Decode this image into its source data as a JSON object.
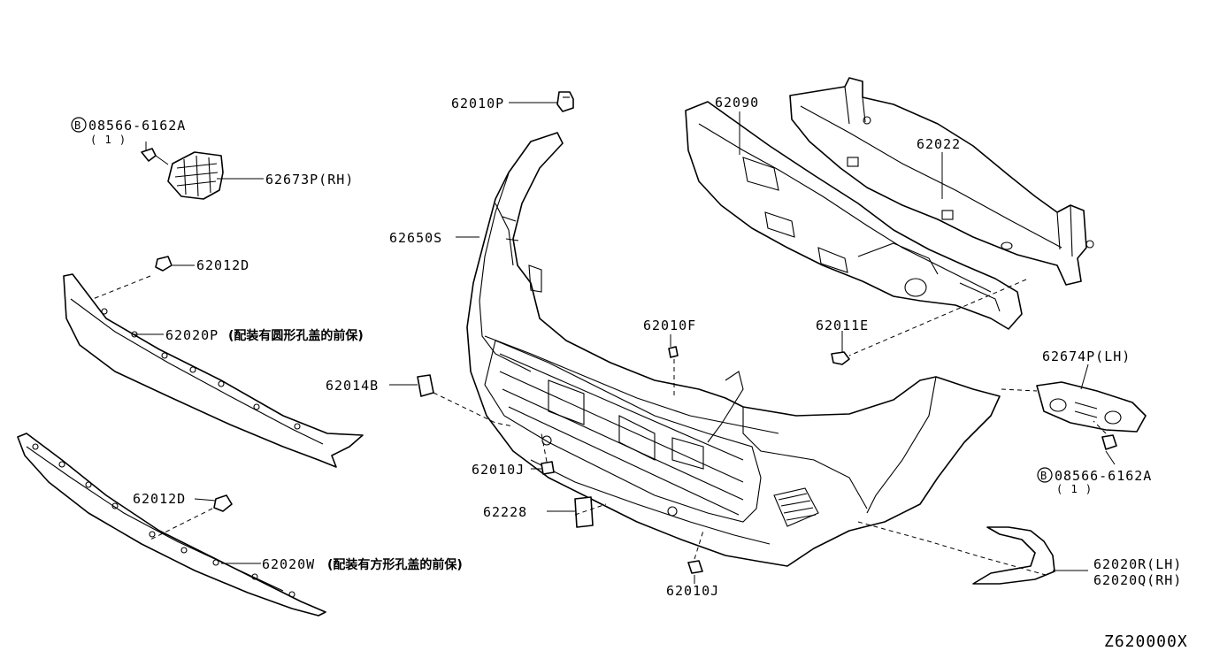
{
  "labels": {
    "bolt_top": "08566-6162A",
    "bolt_top_qty": "( 1 )",
    "bracket_rh": "62673P(RH)",
    "clip_62012d_top": "62012D",
    "cover_p": "62020P",
    "cover_p_note": "(配装有圆形孔盖的前保)",
    "clip_62012d_bottom": "62012D",
    "cover_w": "62020W",
    "cover_w_note": "(配装有方形孔盖的前保)",
    "clip_62010p": "62010P",
    "fascia": "62650S",
    "bracket_62014b": "62014B",
    "clip_62010j_left": "62010J",
    "label_62228": "62228",
    "clip_62010f": "62010F",
    "clip_62010j_bottom": "62010J",
    "absorber": "62090",
    "reinforcement": "62022",
    "clip_62011e": "62011E",
    "bracket_lh": "62674P(LH)",
    "bolt_right": "08566-6162A",
    "bolt_right_qty": "( 1 )",
    "cover_r_lh": "62020R(LH)",
    "cover_q_rh": "62020Q(RH)",
    "bolt_marker": "B",
    "diagram_code": "Z620000X"
  }
}
